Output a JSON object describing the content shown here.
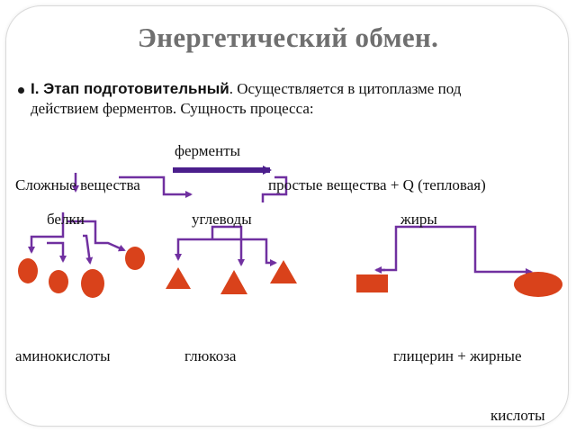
{
  "title": "Энергетический обмен.",
  "intro": {
    "stage_label": "I. Этап подготовительный",
    "text_line1": ". Осуществляется в цитоплазме под",
    "text_line2": "действием ферментов. Сущность процесса:"
  },
  "diagram": {
    "enzymes": "ферменты",
    "complex": "Сложные вещества",
    "simple": "простые вещества + Q (тепловая)",
    "proteins": "белки",
    "carbs": "углеводы",
    "fats": "жиры",
    "amino_acids": "аминокислоты",
    "glucose": "глюкоза",
    "glycerin": "глицерин + жирные",
    "acids": "кислоты"
  },
  "colors": {
    "arrow": "#7030a0",
    "arrow_dark": "#4b1e8c",
    "shape_fill": "#d9421b",
    "title": "#6f6f6f"
  }
}
